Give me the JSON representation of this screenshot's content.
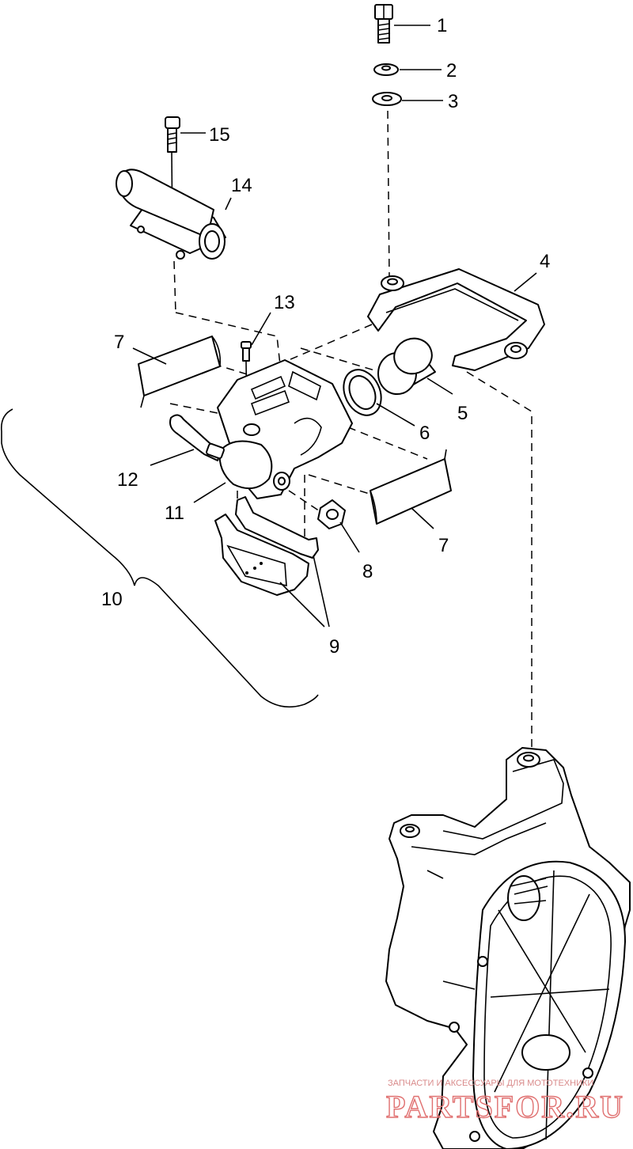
{
  "callouts": {
    "c1": "1",
    "c2": "2",
    "c3": "3",
    "c4": "4",
    "c5": "5",
    "c6": "6",
    "c7a": "7",
    "c7b": "7",
    "c8": "8",
    "c9": "9",
    "c10": "10",
    "c11": "11",
    "c12": "12",
    "c13": "13",
    "c14": "14",
    "c15": "15"
  },
  "watermark": {
    "caption": "ЗАПЧАСТИ И АКСЕССУАРЫ ДЛЯ МОТОТЕХНИКИ",
    "brand": "PARTSFOR.RU",
    "color": "#e07070"
  },
  "colors": {
    "ink": "#000000",
    "paper": "#ffffff"
  }
}
